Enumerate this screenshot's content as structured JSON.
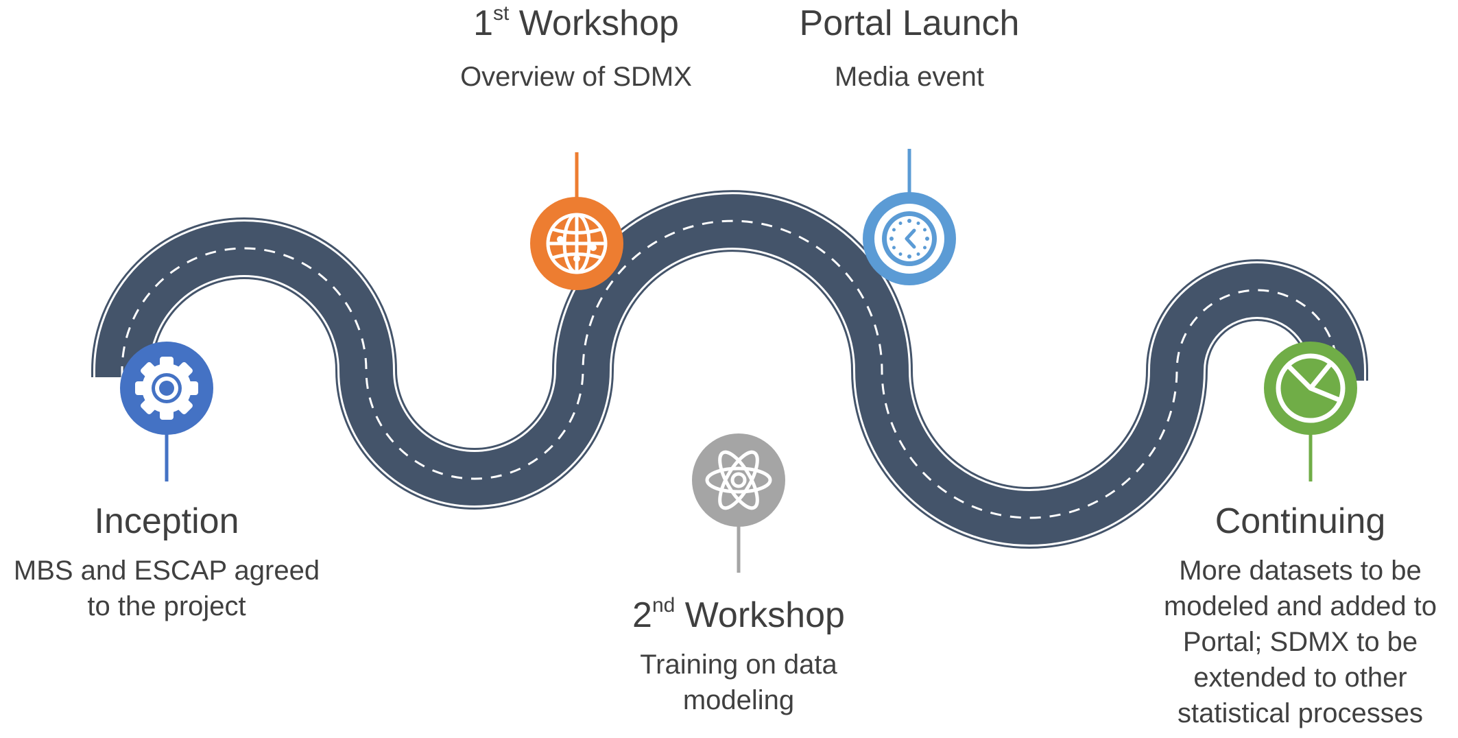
{
  "milestones": [
    {
      "id": "inception",
      "title": "Inception",
      "description": "MBS and ESCAP agreed\nto the project",
      "icon": "gear-icon",
      "color": "#4472c4"
    },
    {
      "id": "workshop1",
      "title_num": "1",
      "title_sup": "st",
      "title_rest": " Workshop",
      "description": "Overview of SDMX",
      "icon": "globe-icon",
      "color": "#ed7d31"
    },
    {
      "id": "workshop2",
      "title_num": "2",
      "title_sup": "nd",
      "title_rest": " Workshop",
      "description": "Training on data\nmodeling",
      "icon": "atom-icon",
      "color": "#a5a5a5"
    },
    {
      "id": "portal",
      "title": "Portal Launch",
      "description": "Media event",
      "icon": "clock-icon",
      "color": "#5b9bd5"
    },
    {
      "id": "continuing",
      "title": "Continuing",
      "description": "More datasets to be\nmodeled and added to\nPortal; SDMX to be\nextended to other\nstatistical processes",
      "icon": "pie-chart-icon",
      "color": "#70ad47"
    }
  ],
  "road": {
    "asphalt_color": "#44546a"
  }
}
